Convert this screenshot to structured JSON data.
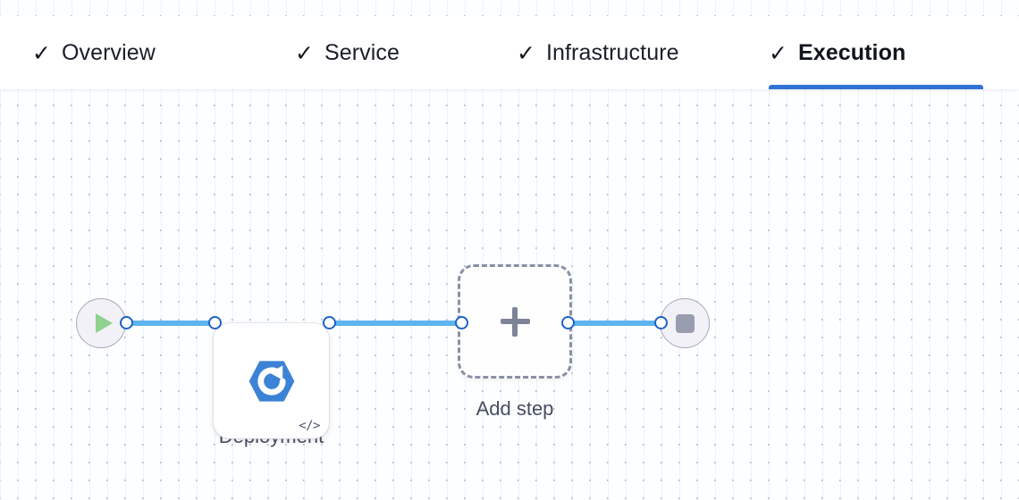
{
  "tabs": [
    {
      "label": "Overview",
      "icon": "check-icon",
      "complete": true,
      "active": false
    },
    {
      "label": "Service",
      "icon": "check-icon",
      "complete": true,
      "active": false
    },
    {
      "label": "Infrastructure",
      "icon": "check-icon",
      "complete": true,
      "active": false
    },
    {
      "label": "Execution",
      "icon": "check-icon",
      "complete": true,
      "active": true
    }
  ],
  "check_glyph": "✓",
  "colors": {
    "active_tab_underline": "#2f72d4",
    "edge_line": "#5cb5ef",
    "handle_border": "#1f62c9",
    "node_icon_blue": "#3c82d6",
    "start_play": "#8fd18f",
    "stop_square": "#9a9cb0",
    "caption_text": "#474f60",
    "dashed_border": "#8b90a6"
  },
  "flow": {
    "nodes": [
      {
        "id": "start",
        "type": "start-node",
        "icon": "play-icon",
        "caption": ""
      },
      {
        "id": "rollout",
        "type": "step-node",
        "icon": "rollout-deployment-icon",
        "caption": "Rollout\nDeployment",
        "badge": "</>"
      },
      {
        "id": "addstep",
        "type": "add-step-node",
        "icon": "plus-icon",
        "caption": "Add step"
      },
      {
        "id": "end",
        "type": "end-node",
        "icon": "stop-icon",
        "caption": ""
      }
    ],
    "edges": [
      {
        "from": "start",
        "to": "rollout"
      },
      {
        "from": "rollout",
        "to": "addstep"
      },
      {
        "from": "addstep",
        "to": "end"
      }
    ]
  }
}
